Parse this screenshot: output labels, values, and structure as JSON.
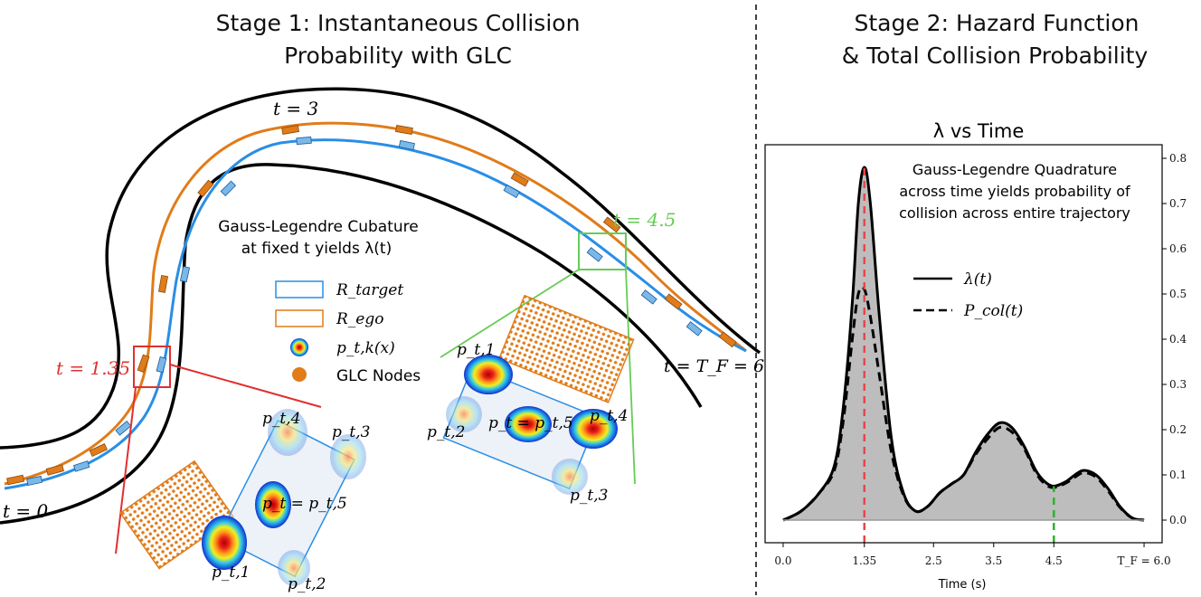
{
  "stage1": {
    "title_line1": "Stage 1: Instantaneous Collision",
    "title_line2": "Probability with GLC",
    "cubature_line1": "Gauss-Legendre Cubature",
    "cubature_line2": "at fixed t yields λ(t)",
    "time_labels": {
      "t0": "t = 0",
      "t3": "t = 3",
      "t135": "t = 1.35",
      "t45": "t = 4.5",
      "tf": "t = T_F = 6"
    },
    "legend": {
      "target": "R_target",
      "ego": "R_ego",
      "density": "p_t,k(x)",
      "nodes": "GLC Nodes"
    },
    "zoom_left_labels": [
      "p_t,4",
      "p_t,3",
      "p_t = p_t,5",
      "p_t,1",
      "p_t,2"
    ],
    "zoom_right_labels": [
      "p_t,1",
      "p_t,4",
      "p_t = p_t,5",
      "p_t,2",
      "p_t,3"
    ],
    "colors": {
      "target": "#2a8ee6",
      "ego": "#e07c1a",
      "red_zoom": "#e03030",
      "green_zoom": "#66cc55"
    }
  },
  "stage2": {
    "title_line1": "Stage 2: Hazard Function",
    "title_line2": "& Total Collision Probability",
    "chart_title": "λ vs Time",
    "annotation": [
      "Gauss-Legendre Quadrature",
      "across time yields probability of",
      "collision across entire trajectory"
    ],
    "xlabel": "Time (s)",
    "legend_lambda": "λ(t)",
    "legend_pcol": "P_col(t)",
    "marker_135": "1.35",
    "marker_45": "4.5"
  },
  "chart_data": {
    "type": "area",
    "xlabel": "Time (s)",
    "ylabel": "",
    "xlim": [
      -0.3,
      6.3
    ],
    "ylim": [
      -0.05,
      0.83
    ],
    "x_ticks": [
      "0.0",
      "1.35",
      "2.5",
      "3.5",
      "4.5",
      "T_F = 6.0"
    ],
    "x_tick_values": [
      0,
      1.35,
      2.5,
      3.5,
      4.5,
      6.0
    ],
    "y_ticks": [
      0.0,
      0.1,
      0.2,
      0.3,
      0.4,
      0.5,
      0.6,
      0.7,
      0.8
    ],
    "grid": false,
    "legend_position": "center",
    "series": [
      {
        "name": "λ(t)",
        "style": "solid",
        "x": [
          0.0,
          0.3,
          0.6,
          0.85,
          1.0,
          1.15,
          1.25,
          1.35,
          1.45,
          1.6,
          1.8,
          2.0,
          2.2,
          2.4,
          2.6,
          2.8,
          3.0,
          3.2,
          3.4,
          3.6,
          3.8,
          4.0,
          4.2,
          4.35,
          4.5,
          4.7,
          4.85,
          5.0,
          5.2,
          5.4,
          5.6,
          5.8,
          6.0
        ],
        "values": [
          0.0,
          0.02,
          0.06,
          0.12,
          0.25,
          0.48,
          0.7,
          0.78,
          0.7,
          0.45,
          0.18,
          0.06,
          0.02,
          0.03,
          0.06,
          0.08,
          0.1,
          0.15,
          0.19,
          0.215,
          0.205,
          0.165,
          0.11,
          0.085,
          0.075,
          0.085,
          0.1,
          0.11,
          0.1,
          0.07,
          0.03,
          0.005,
          0.0
        ]
      },
      {
        "name": "P_col(t)",
        "style": "dashed",
        "x": [
          0.0,
          0.3,
          0.6,
          0.85,
          1.0,
          1.15,
          1.25,
          1.35,
          1.45,
          1.6,
          1.8,
          2.0,
          2.2,
          2.4,
          2.6,
          2.8,
          3.0,
          3.2,
          3.4,
          3.6,
          3.8,
          4.0,
          4.2,
          4.35,
          4.5,
          4.7,
          4.85,
          5.0,
          5.2,
          5.4,
          5.6,
          5.8,
          6.0
        ],
        "values": [
          0.0,
          0.02,
          0.06,
          0.11,
          0.22,
          0.4,
          0.5,
          0.51,
          0.45,
          0.32,
          0.15,
          0.055,
          0.02,
          0.03,
          0.06,
          0.08,
          0.1,
          0.145,
          0.18,
          0.205,
          0.195,
          0.16,
          0.105,
          0.08,
          0.072,
          0.082,
          0.095,
          0.105,
          0.095,
          0.065,
          0.028,
          0.005,
          0.0
        ]
      }
    ],
    "markers": [
      {
        "x": 1.35,
        "color": "#e8474a"
      },
      {
        "x": 4.5,
        "color": "#2bb52b"
      }
    ]
  }
}
